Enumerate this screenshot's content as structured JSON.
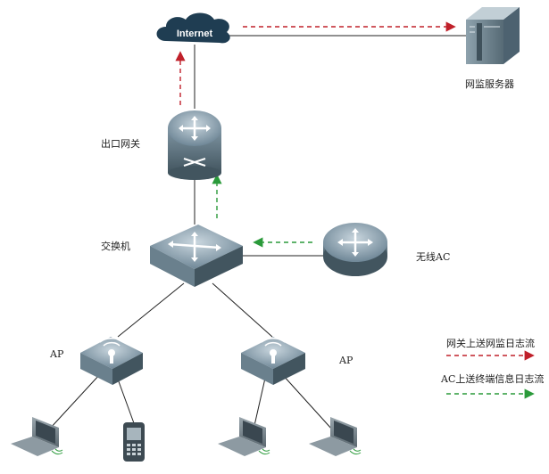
{
  "nodes": {
    "internet": {
      "label": "Internet"
    },
    "server": {
      "label": "网监服务器"
    },
    "gateway": {
      "label": "出口网关"
    },
    "switch": {
      "label": "交换机"
    },
    "ac": {
      "label": "无线AC"
    },
    "ap_left": {
      "label": "AP"
    },
    "ap_right": {
      "label": "AP"
    }
  },
  "legend": {
    "gateway_flow": {
      "label": "网关上送网监日志流",
      "color": "#c0202a"
    },
    "ac_flow": {
      "label": "AC上送终端信息日志流",
      "color": "#2a9a3a"
    }
  },
  "colors": {
    "cloud": "#1f3d52",
    "device_top": "#7f97a6",
    "device_side": "#4d6270",
    "line": "#222222"
  }
}
